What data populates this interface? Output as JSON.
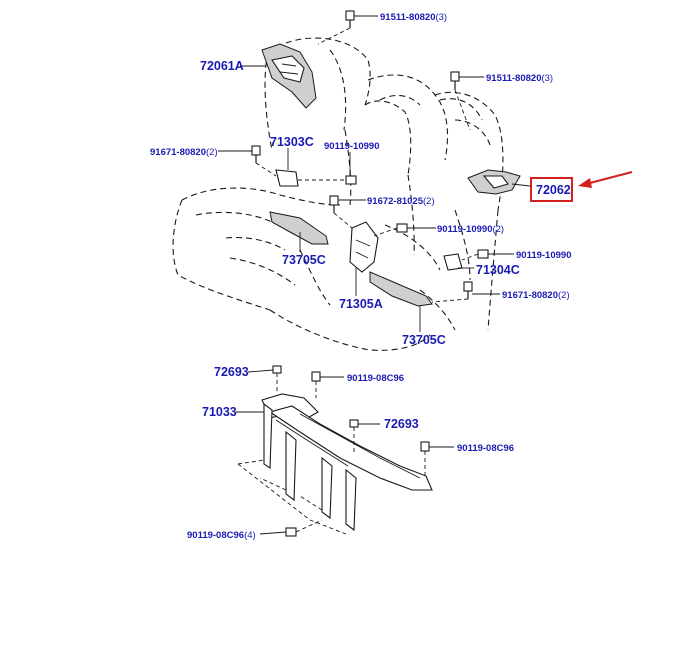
{
  "callouts": {
    "c_91511_top": "91511-80820",
    "c_91511_top_qty": "(3)",
    "c_72061a": "72061A",
    "c_91511_right": "91511-80820",
    "c_91511_right_qty": "(3)",
    "c_71303c": "71303C",
    "c_91671_left": "91671-80820",
    "c_91671_left_qty": "(2)",
    "c_90119_10990_a": "90119-10990",
    "c_72062": "72062",
    "c_91672": "91672-81025",
    "c_91672_qty": "(2)",
    "c_90119_10990_b": "90119-10990",
    "c_90119_10990_b_qty": "(2)",
    "c_90119_10990_c": "90119-10990",
    "c_73705c_left": "73705C",
    "c_71304c": "71304C",
    "c_91671_right": "91671-80820",
    "c_91671_right_qty": "(2)",
    "c_71305a": "71305A",
    "c_73705c_right": "73705C",
    "c_72693_left": "72693",
    "c_90119_08c96_a": "90119-08C96",
    "c_71033": "71033",
    "c_72693_right": "72693",
    "c_90119_08c96_b": "90119-08C96",
    "c_90119_08c96_c": "90119-08C96",
    "c_90119_08c96_c_qty": "(4)"
  },
  "colors": {
    "label": "#1a1ab4",
    "highlight_box": "#d42020",
    "arrow": "#d42020",
    "linework": "#1a1a1a"
  }
}
